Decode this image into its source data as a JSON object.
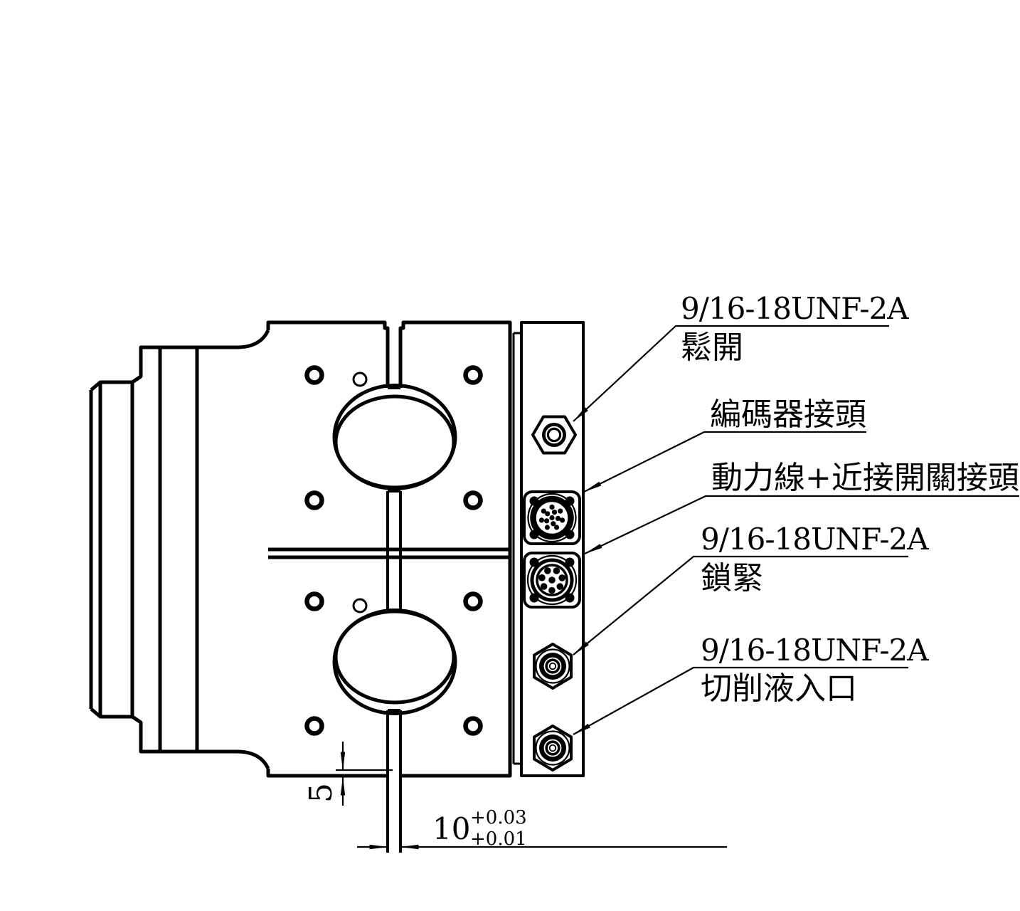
{
  "figure": {
    "type": "engineering-drawing",
    "colors": {
      "ink": "#000000",
      "paper": "#ffffff"
    },
    "callouts": [
      {
        "thread": "9/16-18UNF-2A",
        "name": "鬆開"
      },
      {
        "name": "編碼器接頭"
      },
      {
        "name": "動力線+近接開關接頭"
      },
      {
        "thread": "9/16-18UNF-2A",
        "name": "鎖緊"
      },
      {
        "thread": "9/16-18UNF-2A",
        "name": "切削液入口"
      }
    ],
    "dimensions": {
      "slot_depth": "5",
      "slot_width": "10",
      "slot_width_tol_upper": "+0.03",
      "slot_width_tol_lower": "+0.01"
    }
  }
}
